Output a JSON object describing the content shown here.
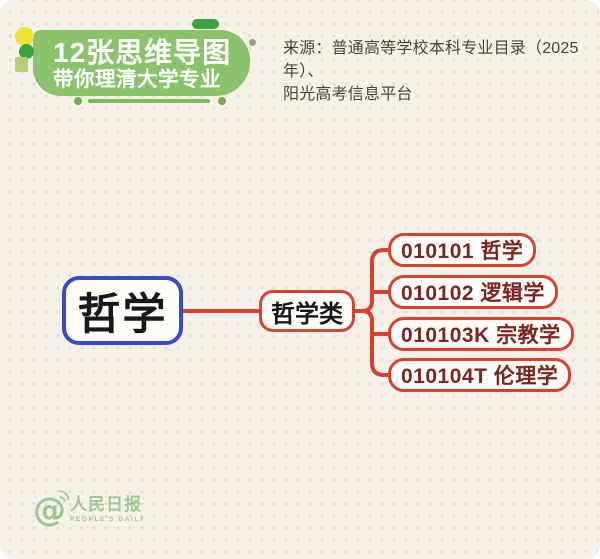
{
  "badge": {
    "line1": "12张思维导图",
    "line2": "带你理清大学专业"
  },
  "source": {
    "line1": "来源：普通高等学校本科专业目录（2025年）、",
    "line2": "阳光高考信息平台"
  },
  "mindmap": {
    "root": "哲学",
    "category": "哲学类",
    "majors": [
      "010101 哲学",
      "010102 逻辑学",
      "010103K 宗教学",
      "010104T 伦理学"
    ]
  },
  "logo": {
    "at_symbol": "@",
    "name": "人民日报",
    "subtitle": "PEOPLE'S DAILY"
  },
  "colors": {
    "background": "#f5f1e8",
    "badge_green": "#8bc36d",
    "accent_red": "#d7422e",
    "root_border_blue": "#3a49c1",
    "major_text_maroon": "#7b2620",
    "logo_green": "#8ec381"
  }
}
